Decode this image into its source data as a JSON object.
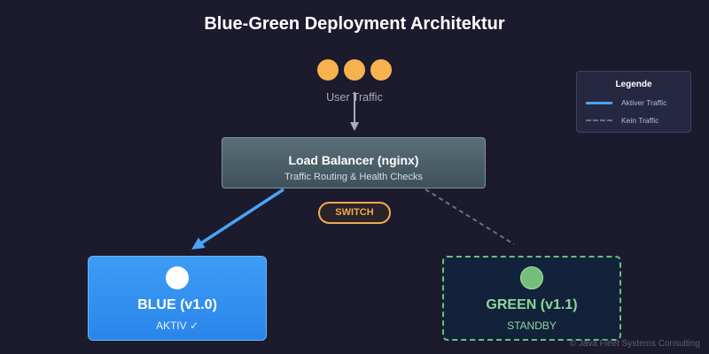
{
  "title": "Blue-Green Deployment Architektur",
  "user_traffic": {
    "label": "User Traffic",
    "user_count": 3
  },
  "load_balancer": {
    "title": "Load Balancer (nginx)",
    "subtitle": "Traffic Routing & Health Checks"
  },
  "switch_label": "SWITCH",
  "environments": {
    "blue": {
      "title": "BLUE (v1.0)",
      "status": "AKTIV ✓",
      "color": "#2a85ea"
    },
    "green": {
      "title": "GREEN (v1.1)",
      "status": "STANDBY",
      "color": "#74bd7a"
    }
  },
  "legend": {
    "title": "Legende",
    "items": [
      {
        "label": "Aktiver Traffic",
        "color": "#4aa3f5"
      },
      {
        "label": "Kein Traffic",
        "color": "#6d7182"
      }
    ]
  },
  "watermark": "© Java Fleet Systems Consulting"
}
